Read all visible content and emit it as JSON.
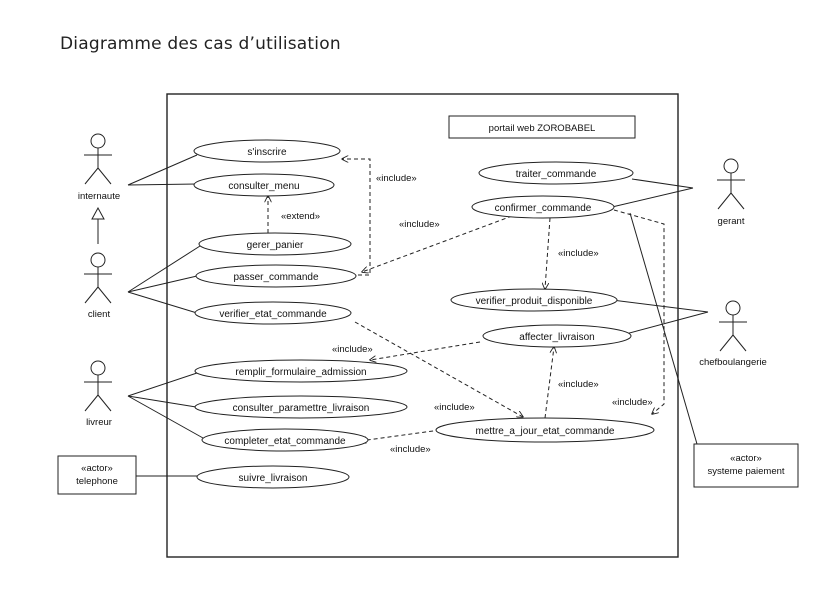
{
  "title": "Diagramme des cas d’utilisation",
  "system": {
    "name": "portail web ZOROBABEL"
  },
  "actors": {
    "internaute": "internaute",
    "client": "client",
    "livreur": "livreur",
    "gerant": "gerant",
    "chefboulangerie": "chefboulangerie",
    "telephone": {
      "stereotype": "«actor»",
      "name": "telephone"
    },
    "systeme_paiement": {
      "stereotype": "«actor»",
      "name": "systeme paiement"
    }
  },
  "use_cases": {
    "sinscrire": "s'inscrire",
    "consulter_menu": "consulter_menu",
    "gerer_panier": "gerer_panier",
    "passer_commande": "passer_commande",
    "verifier_etat_commande": "verifier_etat_commande",
    "remplir_formulaire_admission": "remplir_formulaire_admission",
    "consulter_parametre_livraison": "consulter_paramettre_livraison",
    "completer_etat_commande": "completer_etat_commande",
    "suivre_livraison": "suivre_livraison",
    "traiter_commande": "traiter_commande",
    "confirmer_commande": "confirmer_commande",
    "verifier_produit_disponible": "verifier_produit_disponible",
    "affecter_livraison": "affecter_livraison",
    "mettre_a_jour_etat_commande": "mettre_a_jour_etat_commande"
  },
  "relations": {
    "include": "«include»",
    "extend": "«extend»"
  }
}
